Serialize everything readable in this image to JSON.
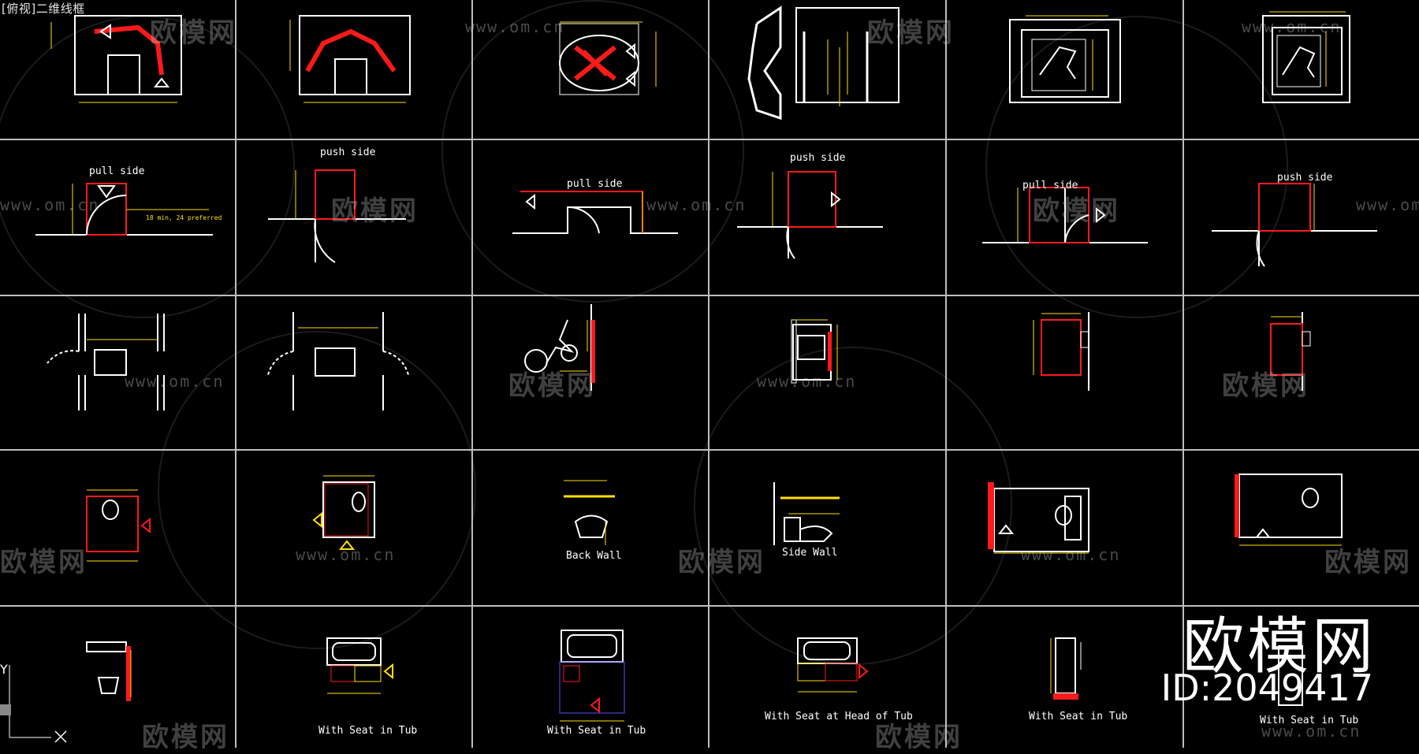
{
  "view_label": "[俯视]二维线框",
  "watermark_url": "www.om.cn",
  "watermark_brand": "欧模网",
  "brand": {
    "name": "欧模网",
    "id": "ID:2049417"
  },
  "ucs_label": "Y",
  "colors": {
    "line": "#ffffff",
    "accent": "#ff1a1a",
    "dimension": "#ffe100",
    "grid": "#bdbdbd",
    "background": "#000000"
  },
  "rows": [
    {
      "cells": [
        {
          "captions": [],
          "labels": []
        },
        {
          "captions": [],
          "labels": []
        },
        {
          "captions": [],
          "labels": []
        },
        {
          "captions": [],
          "labels": []
        },
        {
          "captions": [],
          "labels": []
        },
        {
          "captions": [],
          "labels": []
        }
      ]
    },
    {
      "cells": [
        {
          "labels": [
            "pull side"
          ],
          "dims": [
            "18 min, 24 preferred"
          ]
        },
        {
          "labels": [
            "push side"
          ]
        },
        {
          "labels": [
            "pull side"
          ]
        },
        {
          "labels": [
            "push side"
          ]
        },
        {
          "labels": [
            "pull side"
          ]
        },
        {
          "labels": [
            "push side"
          ]
        }
      ]
    },
    {
      "cells": [
        {
          "labels": []
        },
        {
          "labels": []
        },
        {
          "labels": []
        },
        {
          "labels": []
        },
        {
          "labels": []
        },
        {
          "labels": []
        }
      ]
    },
    {
      "cells": [
        {
          "labels": []
        },
        {
          "labels": []
        },
        {
          "labels": [
            "Back Wall"
          ]
        },
        {
          "labels": [
            "Side Wall"
          ]
        },
        {
          "labels": []
        },
        {
          "labels": []
        }
      ]
    },
    {
      "cells": [
        {
          "labels": []
        },
        {
          "labels": [
            "With Seat in Tub"
          ]
        },
        {
          "labels": [
            "With Seat in Tub"
          ]
        },
        {
          "labels": [
            "With Seat at Head of Tub"
          ]
        },
        {
          "labels": [
            "With Seat in Tub"
          ]
        },
        {
          "labels": [
            "With Seat in Tub"
          ]
        }
      ]
    }
  ]
}
